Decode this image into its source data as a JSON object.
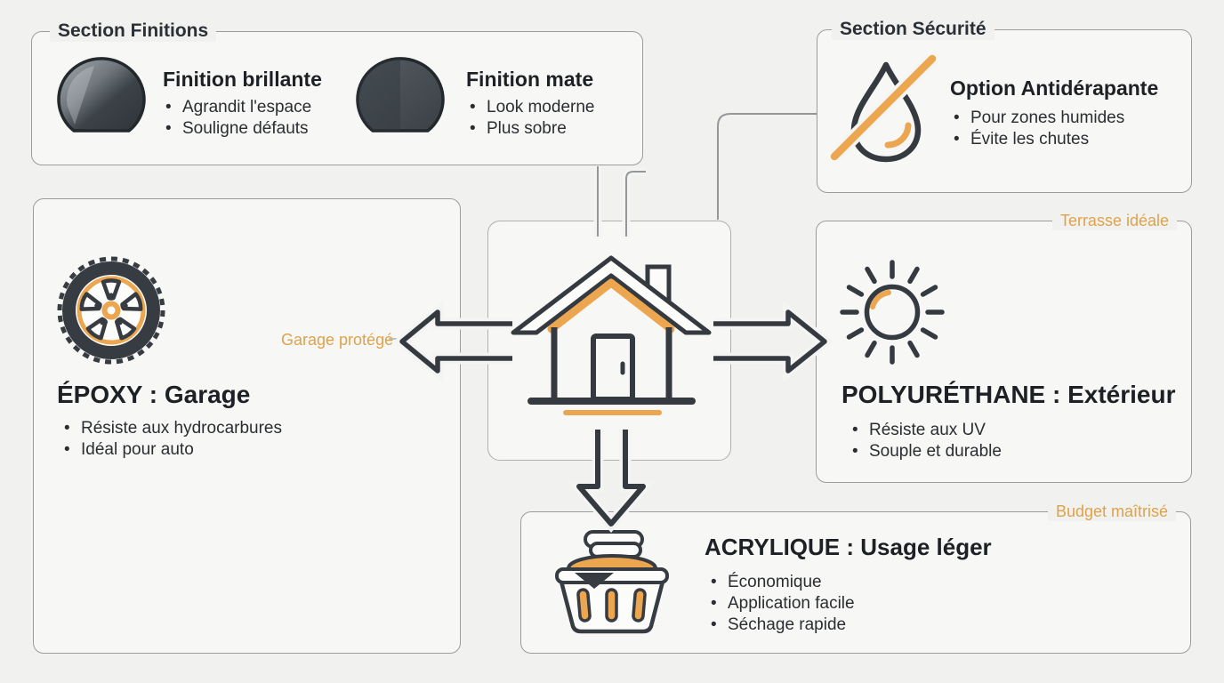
{
  "palette": {
    "background": "#f1f1ef",
    "panel_fill": "#f7f7f5",
    "panel_border": "#9c9c9c",
    "dark": "#343a40",
    "orange": "#ECA64F",
    "orange_text": "#DFA24B",
    "heading_text": "#1d2125",
    "body_text": "#2a2d31"
  },
  "finitions": {
    "title": "Section Finitions",
    "items": [
      {
        "icon": "glossy-dome-icon",
        "title": "Finition brillante",
        "bullets": [
          "Agrandit l'espace",
          "Souligne défauts"
        ]
      },
      {
        "icon": "matte-dome-icon",
        "title": "Finition mate",
        "bullets": [
          "Look moderne",
          "Plus sobre"
        ]
      }
    ]
  },
  "securite": {
    "title": "Section Sécurité",
    "option": {
      "icon": "no-slip-drop-icon",
      "title": "Option Antidérapante",
      "bullets": [
        "Pour zones humides",
        "Évite les chutes"
      ]
    }
  },
  "center": {
    "icon": "house-icon"
  },
  "epoxy": {
    "arrow_label": "Garage protégé",
    "icon": "tire-icon",
    "title": "ÉPOXY : Garage",
    "bullets": [
      "Résiste aux hydrocarbures",
      "Idéal pour auto"
    ]
  },
  "polyurethane": {
    "tag": "Terrasse idéale",
    "icon": "sun-icon",
    "title": "POLYURÉTHANE : Extérieur",
    "bullets": [
      "Résiste aux UV",
      "Souple et durable"
    ]
  },
  "acrylique": {
    "tag": "Budget maîtrisé",
    "icon": "laundry-basket-icon",
    "title": "ACRYLIQUE : Usage léger",
    "bullets": [
      "Économique",
      "Application facile",
      "Séchage rapide"
    ]
  }
}
